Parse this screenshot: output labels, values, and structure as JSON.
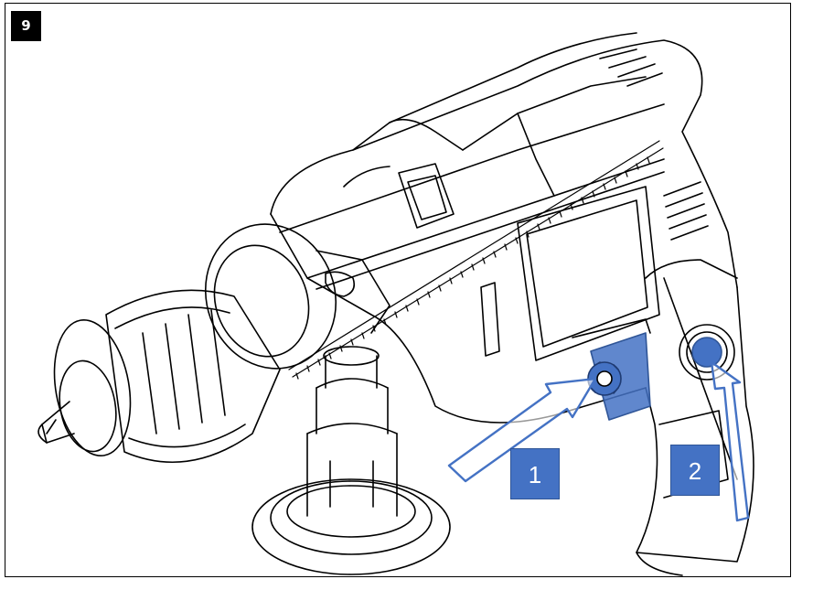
{
  "step_number": "9",
  "callouts": [
    {
      "label": "1"
    },
    {
      "label": "2"
    }
  ],
  "colors": {
    "callout_fill": "#4472c4",
    "highlight": "#4472c4",
    "line": "#000000"
  }
}
